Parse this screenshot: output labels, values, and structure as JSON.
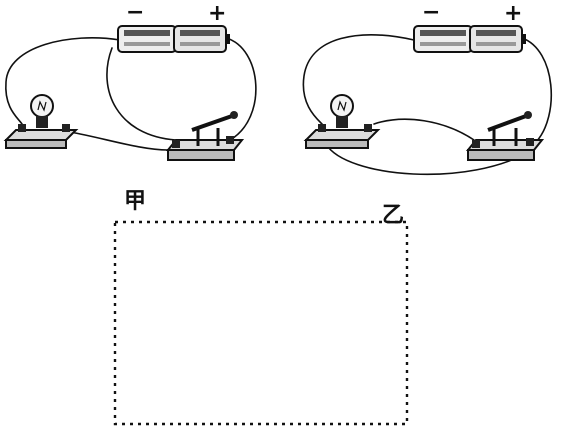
{
  "circuits": [
    {
      "caption": "甲",
      "battery": {
        "negative_label": "−",
        "positive_label": "+"
      }
    },
    {
      "caption": "乙",
      "battery": {
        "negative_label": "−",
        "positive_label": "+"
      }
    }
  ],
  "answer_box": {
    "style": "dotted",
    "content": ""
  }
}
